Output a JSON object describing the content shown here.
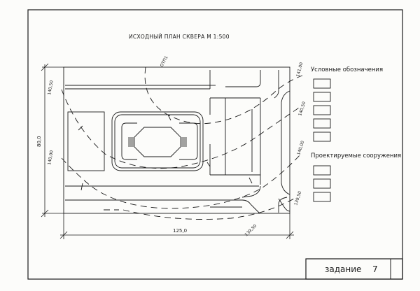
{
  "sheet": {
    "title": "ИСХОДНЫЙ ПЛАН СКВЕРА М 1:500",
    "stamp": {
      "label": "задание",
      "number": "7"
    }
  },
  "legend": {
    "symbols_heading": "Условные обозначения",
    "structures_heading": "Проектируемые сооружения"
  },
  "plan": {
    "point_label": "ОТП1",
    "contours": {
      "c141_top": "141,00",
      "c140_50_right": "140,50",
      "c140_right": "140,00",
      "c139_50_right": "139,50",
      "c140_50_left": "140,50",
      "c140_left": "140,00",
      "c139_50_bottom": "139,50"
    }
  },
  "dimensions": {
    "width": "125,0",
    "height": "80,0"
  }
}
